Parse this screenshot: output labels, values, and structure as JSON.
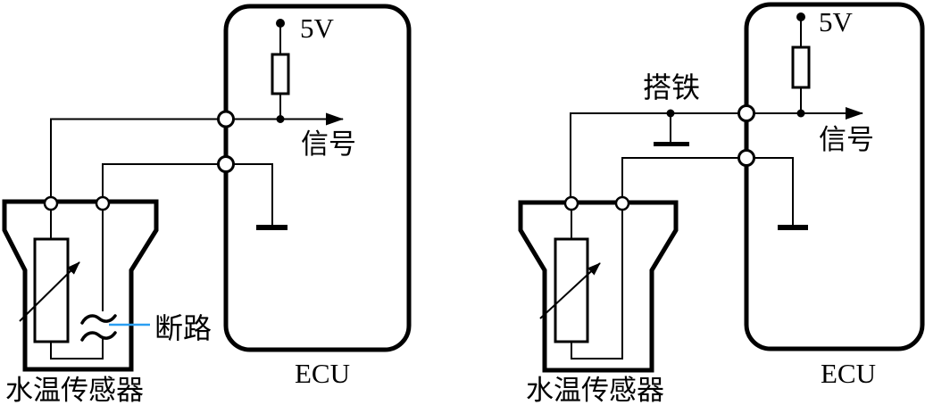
{
  "figure": {
    "colors": {
      "line": "#000000",
      "callout": "#2b9ff2",
      "background": "#ffffff"
    },
    "panels": [
      {
        "id": "open-circuit-fault",
        "supply_label": "5V",
        "signal_label": "信号",
        "fault_label": "断路",
        "ecu_label": "ECU",
        "sensor_label": "水温传感器"
      },
      {
        "id": "ground-fault",
        "supply_label": "5V",
        "signal_label": "信号",
        "fault_label": "搭铁",
        "ecu_label": "ECU",
        "sensor_label": "水温传感器"
      }
    ]
  }
}
